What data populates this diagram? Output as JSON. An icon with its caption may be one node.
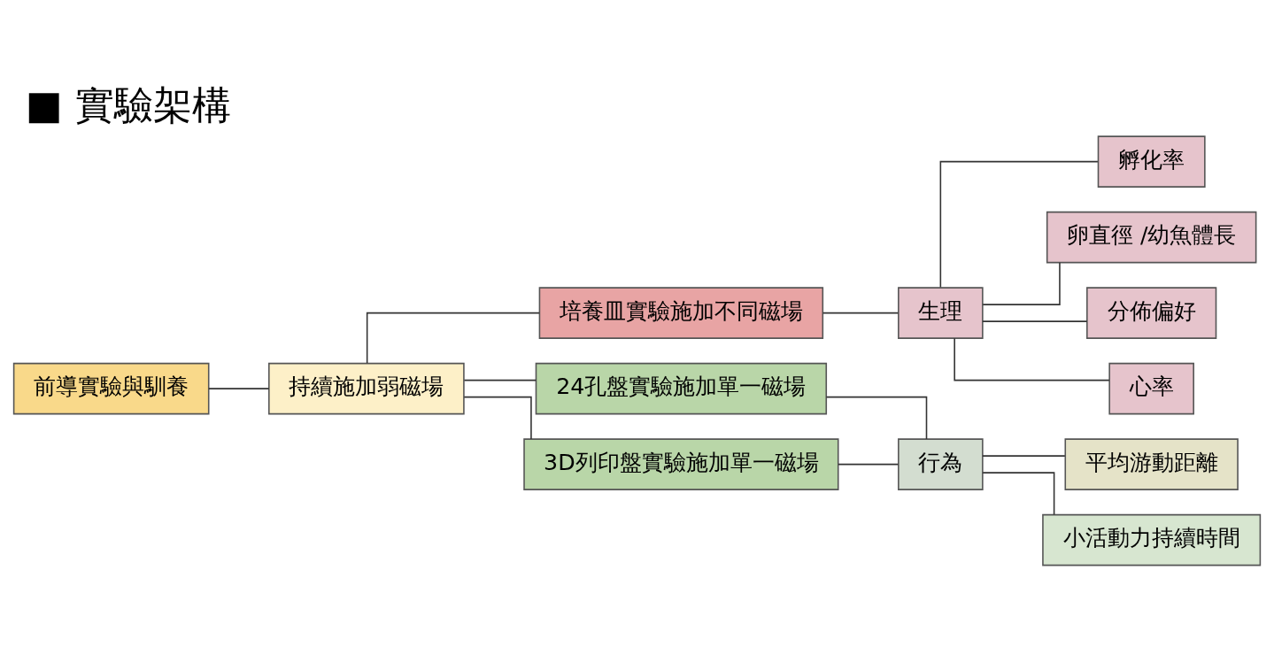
{
  "diagram": {
    "title": "■ 實驗架構",
    "nodes": [
      {
        "text": [
          "前導實驗與馴養"
        ]
      },
      {
        "text": [
          "持續施加弱磁場"
        ]
      },
      {
        "text": [
          "培養皿實驗施加不同磁場"
        ]
      },
      {
        "text": [
          "24孔盤實驗施加單一磁場"
        ]
      },
      {
        "text": [
          "3D列印盤實驗施加單一磁場"
        ]
      },
      {
        "text": [
          "生理"
        ]
      },
      {
        "text": [
          "行為"
        ]
      },
      {
        "text": [
          "孵化率"
        ]
      },
      {
        "text": [
          "卵直徑 /幼魚體長"
        ]
      },
      {
        "text": [
          "分佈偏好"
        ]
      },
      {
        "text": [
          "心率"
        ]
      },
      {
        "text": [
          "平均游動距離"
        ]
      },
      {
        "text": [
          "小活動力持續時間"
        ]
      }
    ],
    "edges": [
      {
        "from": 0,
        "to": 1,
        "arrow": "none"
      },
      {
        "from": 1,
        "to": 2,
        "arrow": "none"
      },
      {
        "from": 1,
        "to": 3,
        "arrow": "none"
      },
      {
        "from": 1,
        "to": 4,
        "arrow": "none"
      },
      {
        "from": 2,
        "to": 5,
        "arrow": "none"
      },
      {
        "from": 3,
        "to": 6,
        "arrow": "none"
      },
      {
        "from": 4,
        "to": 6,
        "arrow": "none"
      },
      {
        "from": 5,
        "to": 7,
        "arrow": "none"
      },
      {
        "from": 5,
        "to": 8,
        "arrow": "none"
      },
      {
        "from": 5,
        "to": 9,
        "arrow": "none"
      },
      {
        "from": 5,
        "to": 10,
        "arrow": "none"
      },
      {
        "from": 6,
        "to": 11,
        "arrow": "none"
      },
      {
        "from": 6,
        "to": 12,
        "arrow": "none"
      }
    ]
  }
}
